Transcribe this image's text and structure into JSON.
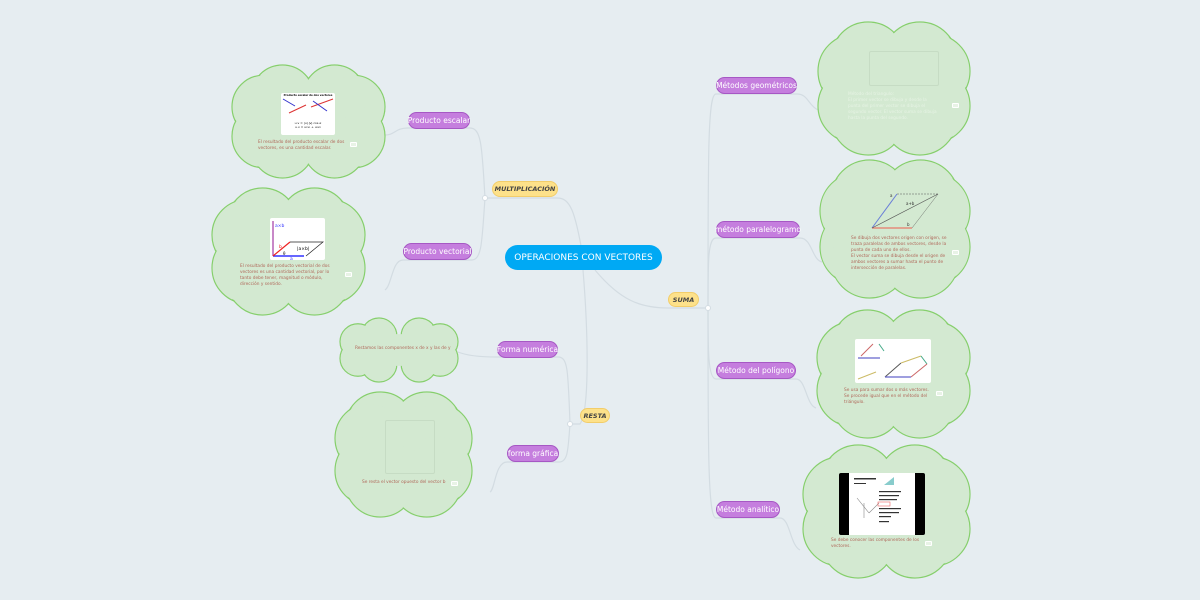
{
  "central": {
    "label": "OPERACIONES CON VECTORES",
    "color": "#00a9f4"
  },
  "branches": {
    "multiplicacion": {
      "label": "MULTIPLICACIÓN",
      "children": [
        {
          "label": "Producto escalar",
          "note": "El resultado del producto escalar de dos vectores, es una cantidad escalar.",
          "image_title": "Producto escalar de dos vectores",
          "formula1": "u·v = |u|·|v|·cos α",
          "formula2": "u·v = u₁v₁ + u₂v₂"
        },
        {
          "label": "Producto vectorial",
          "note": "El resultado del producto vectorial de dos vectores es una cantidad vectorial, por lo tanto debe tener, magnitud o módulo, dirección y sentido.",
          "image_labels": [
            "a×b",
            "|a×b|",
            "b",
            "a",
            "θ"
          ]
        }
      ]
    },
    "resta": {
      "label": "RESTA",
      "children": [
        {
          "label": "Forma numérica",
          "note": "Restamos las componentes x de x y las de y"
        },
        {
          "label": "forma gráfica",
          "note": "Se resta el vector opuesto del vector b"
        }
      ]
    },
    "suma": {
      "label": "SUMA",
      "children": [
        {
          "label": "Métodos geométricos",
          "note": "Método del triangulo:\nEl primer vector se dibuja y desde la punta del primer vector se dibuja el segundo vector. El vector suma se dibuja hasta la punta del segundo."
        },
        {
          "label": "método paralelogramo",
          "note": "Se dibuja dos vectores origen con origen, se traza paralelas de ambos vectores, desde la punta de cada uno de ellos.\nEl vector suma se dibuja desde el origen de ambos vectores a sumar hasta el punto de intersección de paralelas.",
          "image_labels": [
            "a",
            "a+b",
            "b"
          ]
        },
        {
          "label": "Método del polígono",
          "note": "Se usa para sumar dos o más vectores.\nSe procede igual que en el método del triángulo."
        },
        {
          "label": "Método analítico",
          "note": "Se debe conocer las componentes de los vectores."
        }
      ]
    }
  },
  "colors": {
    "node": "#c57ede",
    "subtopic": "#fde18a",
    "cloud_fill": "#d3e9d1",
    "cloud_stroke": "#86cf6c",
    "line": "#d3dce2"
  }
}
